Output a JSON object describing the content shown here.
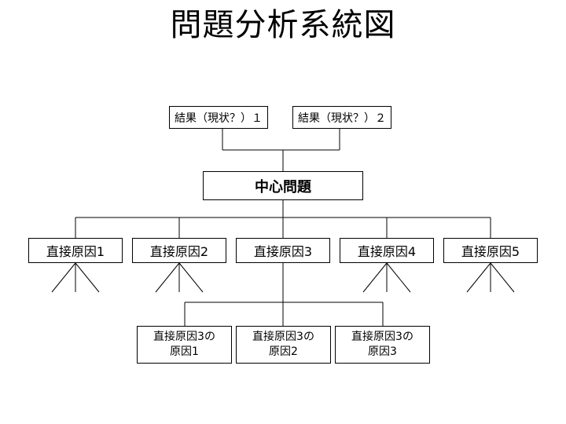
{
  "title": "問題分析系統図",
  "results": [
    "結果（現状？）１",
    "結果（現状？）２"
  ],
  "center_problem": "中心問題",
  "direct_causes": [
    "直接原因1",
    "直接原因2",
    "直接原因3",
    "直接原因4",
    "直接原因5"
  ],
  "sub_causes": [
    {
      "line1": "直接原因3の",
      "line2": "原因1"
    },
    {
      "line1": "直接原因3の",
      "line2": "原因2"
    },
    {
      "line1": "直接原因3の",
      "line2": "原因3"
    }
  ]
}
